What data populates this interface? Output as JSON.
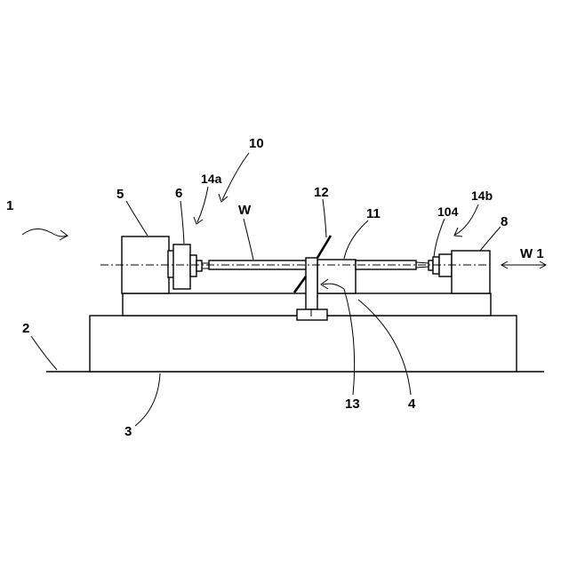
{
  "labels": {
    "l1": "1",
    "l2": "2",
    "l3": "3",
    "l4": "4",
    "l5": "5",
    "l6": "6",
    "l8": "8",
    "l10": "10",
    "l11": "11",
    "l12": "12",
    "l13": "13",
    "l14a": "14a",
    "l14b": "14b",
    "l104": "104",
    "lW": "W",
    "lW1": "W 1"
  }
}
